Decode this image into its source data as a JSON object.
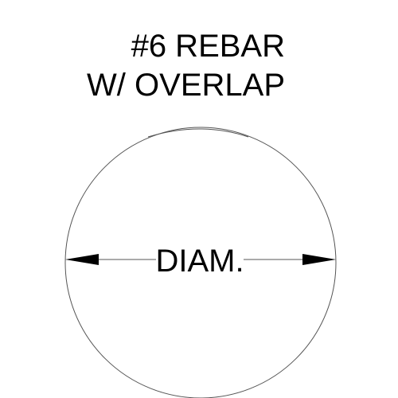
{
  "callout": {
    "line1": "#6 REBAR",
    "line2": "W/ OVERLAP"
  },
  "dimension": {
    "label": "DIAM."
  },
  "colors": {
    "ink": "#000000",
    "outline": "#555555",
    "background": "#ffffff"
  }
}
